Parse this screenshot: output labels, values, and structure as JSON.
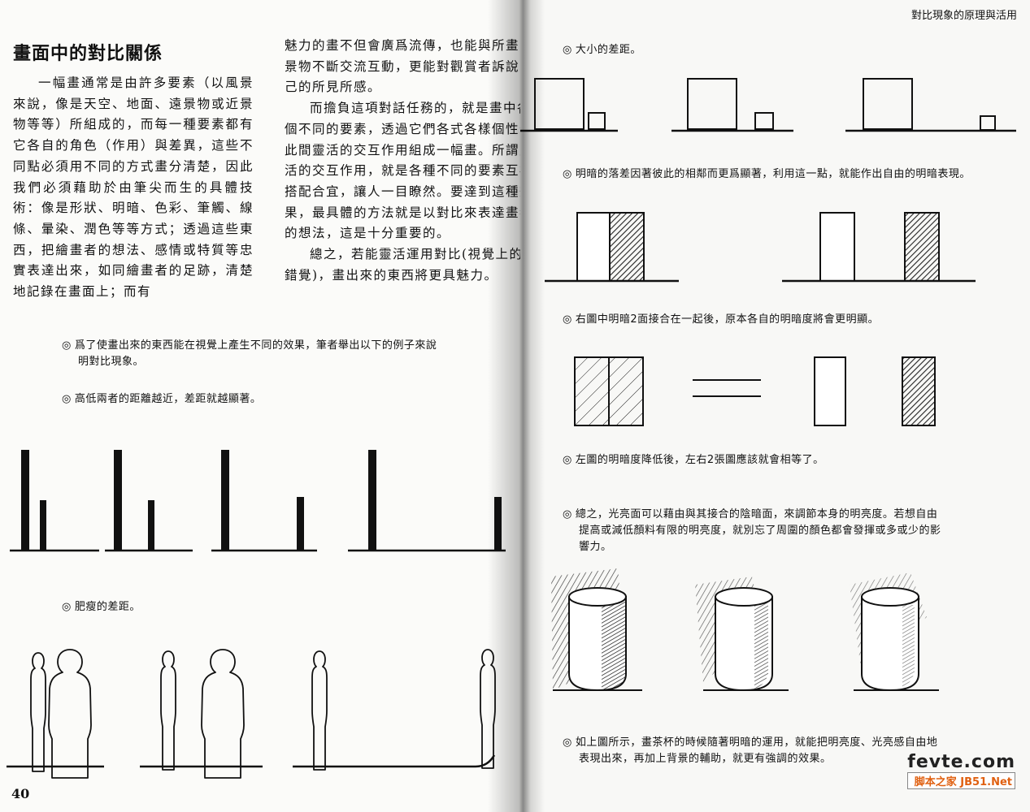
{
  "left_page": {
    "title": "畫面中的對比關係",
    "col1": "一幅畫通常是由許多要素（以風景來說，像是天空、地面、遠景物或近景物等等）所組成的，而每一種要素都有它各自的角色（作用）與差異，這些不同點必須用不同的方式畫分清楚，因此我們必須藉助於由筆尖而生的具體技術：像是形狀、明暗、色彩、筆觸、線條、暈染、潤色等等方式；透過這些東西，把繪畫者的想法、感情或特質等忠實表達出來，如同繪畫者的足跡，清楚地記錄在畫面上；而有",
    "col2_lines": [
      "魅力的畫不但會廣爲流傳，也能與所畫的",
      "景物不斷交流互動，更能對觀賞者訴說自",
      "己的所見所感。",
      "而擔負這項對話任務的，就是畫中各",
      "個不同的要素，透過它們各式各樣個性化",
      "此間靈活的交互作用組成一幅畫。所謂靈",
      "活的交互作用，就是各種不同的要素互補",
      "搭配合宜，讓人一目瞭然。要達到這種效",
      "果，最具體的方法就是以對比來表達畫者",
      "的想法，這是十分重要的。",
      "總之，若能靈活運用對比(視覺上的",
      "錯覺)，畫出來的東西將更具魅力。"
    ],
    "note_intro_line1": "爲了使畫出來的東西能在視覺上產生不同的效果，筆者舉出以下的例子來說",
    "note_intro_line2": "明對比現象。",
    "note_height": "高低兩者的距離越近，差距就越顯著。",
    "note_width": "肥瘦的差距。",
    "page_number": "40",
    "bullet": "◎"
  },
  "right_page": {
    "running_head": "對比現象的原理與活用",
    "note_size": "大小的差距。",
    "note_light": "明暗的落差因著彼此的相鄰而更爲顯著，利用這一點，就能作出自由的明暗表現。",
    "note_joined": "右圖中明暗2面接合在一起後，原本各自的明暗度將會更明顯。",
    "note_equal": "左圖的明暗度降低後，左右2張圖應該就會相等了。",
    "note_summary_line1": "總之，光亮面可以藉由與其接合的陰暗面，來調節本身的明亮度。若想自由",
    "note_summary_line2": "提高或減低顏料有限的明亮度，就別忘了周圍的顏色都會發揮或多或少的影",
    "note_summary_line3": "響力。",
    "note_cups_line1": "如上圖所示，畫茶杯的時候隨著明暗的運用，就能把明亮度、光亮感自由地",
    "note_cups_line2": "表現出來，再加上背景的輔助，就更有強調的效果。",
    "bullet": "◎"
  },
  "watermark": {
    "site": "fevte.com",
    "badge": "脚本之家 JB51.Net"
  },
  "colors": {
    "ink": "#111111",
    "hatch": "#222222",
    "watermark_accent": "#e06010"
  }
}
